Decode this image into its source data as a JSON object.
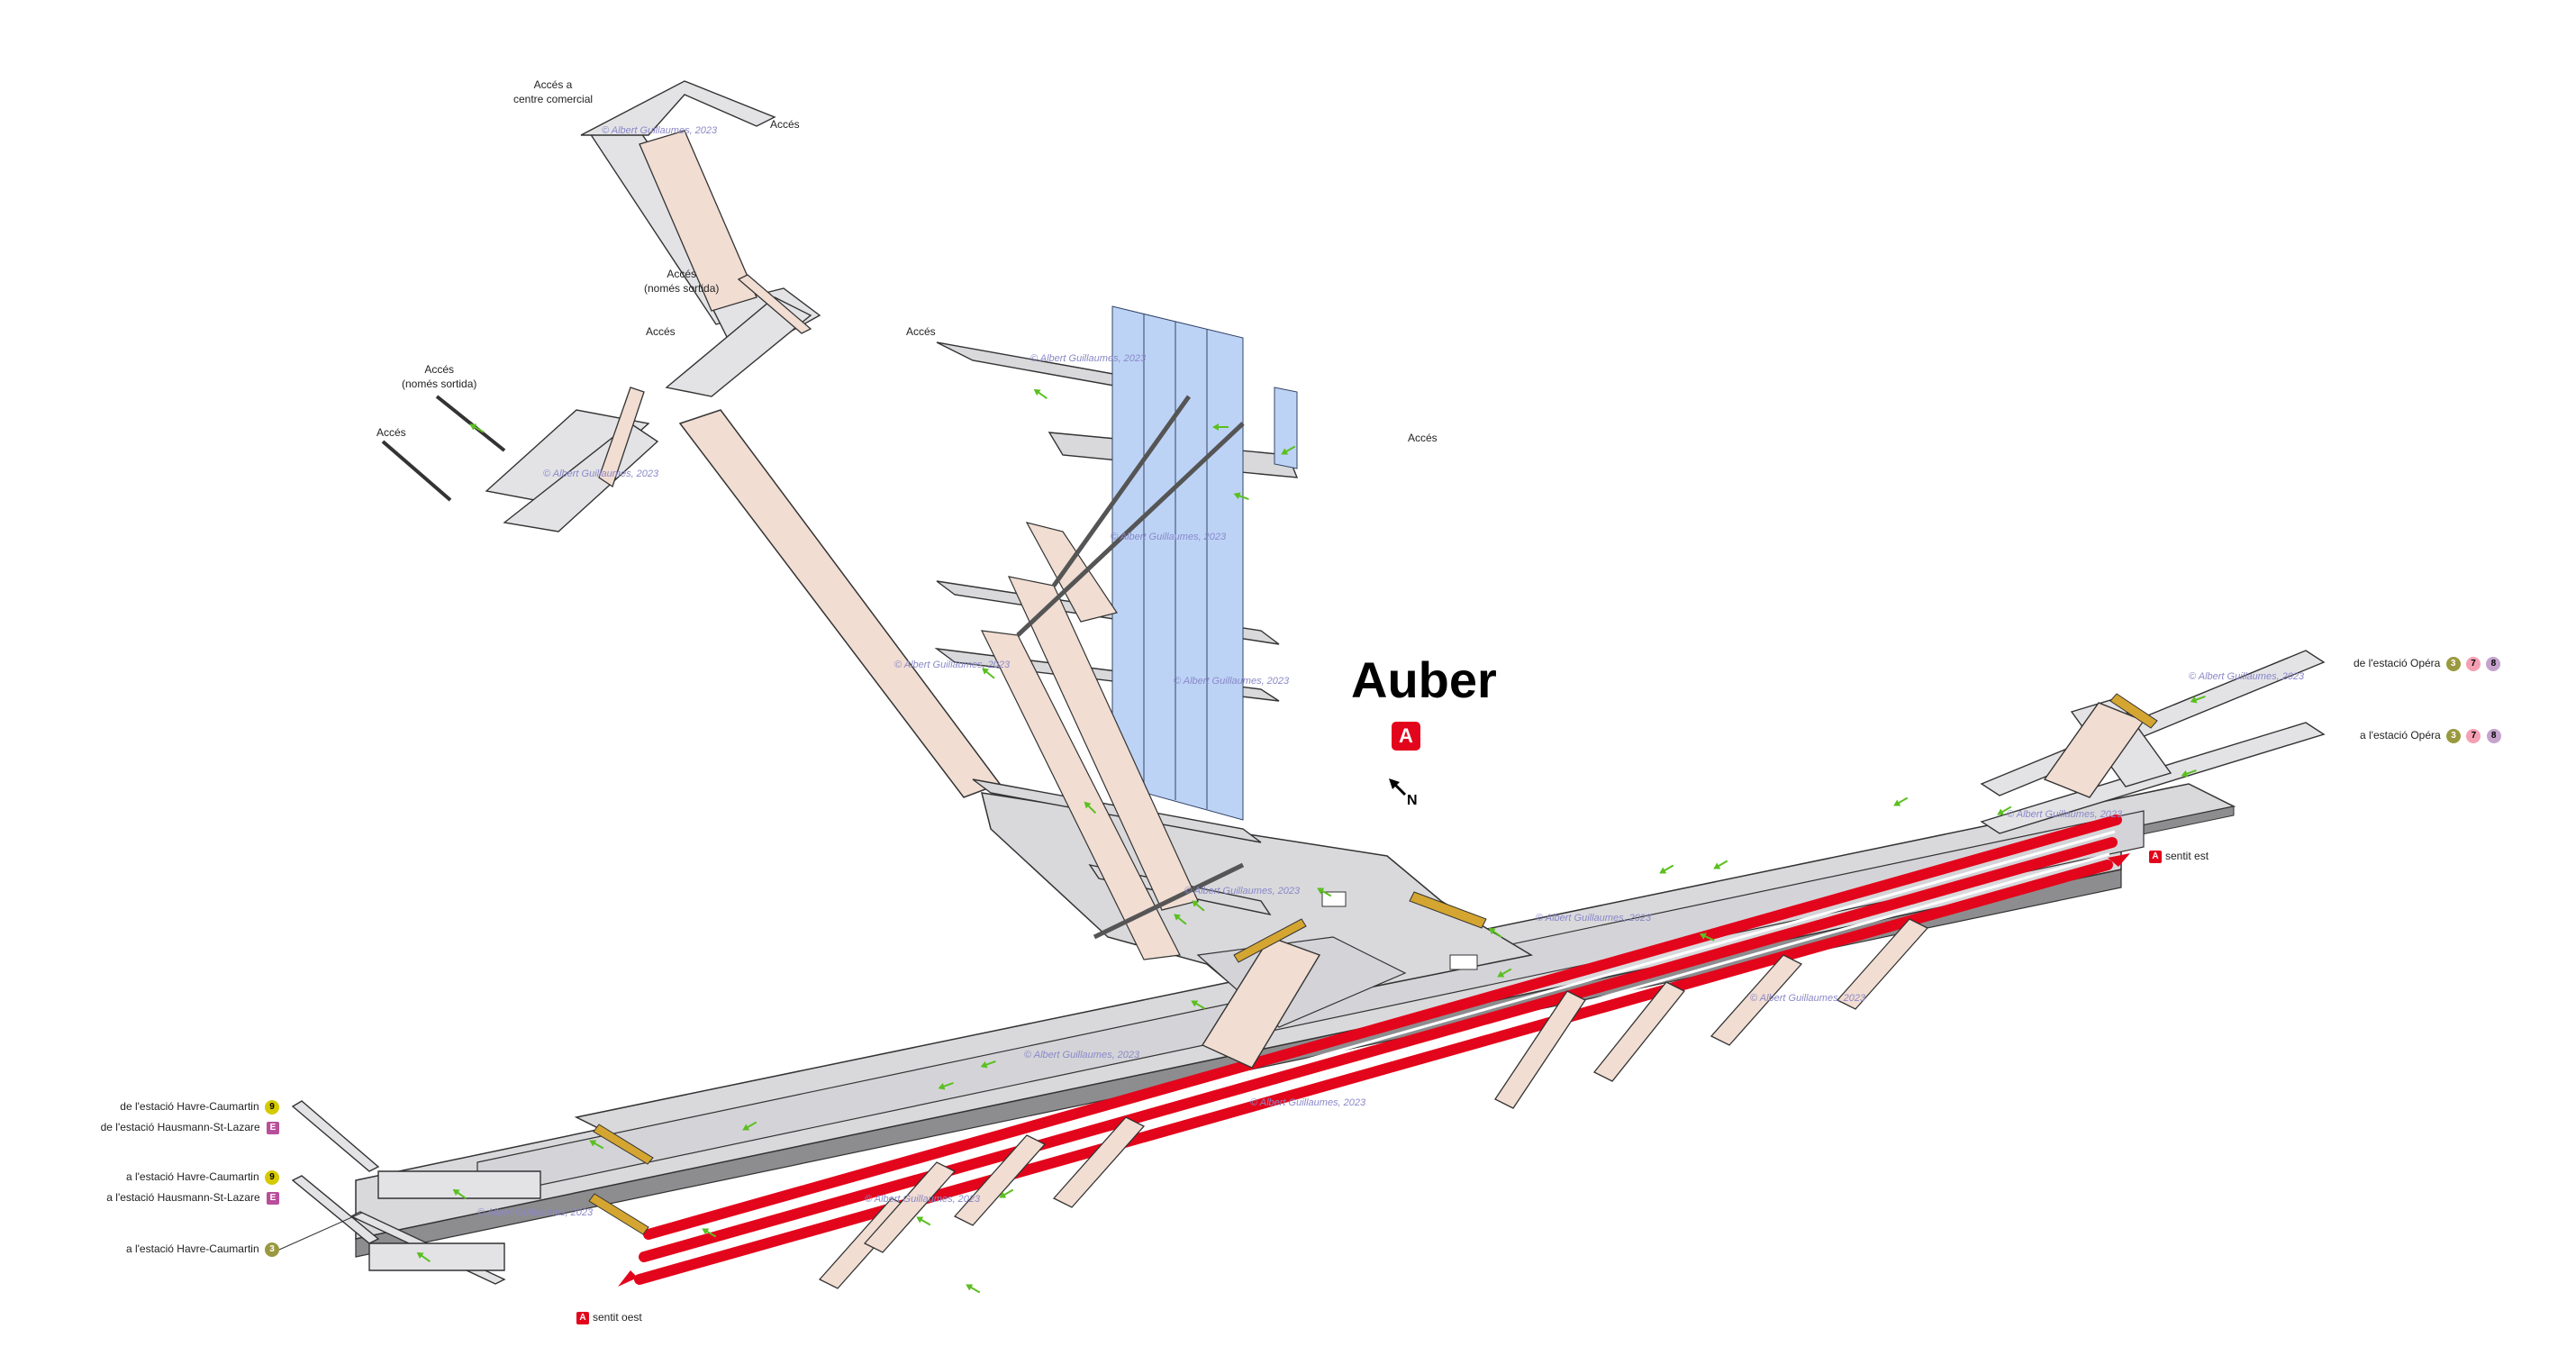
{
  "station": {
    "name": "Auber",
    "line_badge": "A",
    "compass": "N"
  },
  "colors": {
    "rer_a": "#e3051b",
    "metro_3": "#9a9940",
    "metro_7": "#f59fb3",
    "metro_8": "#c5a3cd",
    "metro_9": "#d5c900",
    "rer_e": "#b94e9a",
    "floor": "#d9d9dc",
    "ramp": "#f1ddd2",
    "lift": "#bcd3f6",
    "track": "#e3051b",
    "arrow": "#5bbf21"
  },
  "labels": {
    "acces_centre": "Accés a\ncentre comercial",
    "acces_top": "Accés",
    "acces_sortida_1": "Accés\n(només sortida)",
    "acces_mid": "Accés",
    "acces_sortida_2": "Accés\n(només sortida)",
    "acces_left": "Accés",
    "acces_centerleft": "Accés",
    "acces_right": "Accés"
  },
  "connections": {
    "opera_from": {
      "text": "de l'estació Opéra",
      "lines": [
        "3",
        "7",
        "8"
      ]
    },
    "opera_to": {
      "text": "a l'estació Opéra",
      "lines": [
        "3",
        "7",
        "8"
      ]
    },
    "havre_from": {
      "text": "de l'estació Havre-Caumartin",
      "line": "9"
    },
    "hausmann_from": {
      "text": "de l'estació Hausmann-St-Lazare",
      "line": "E"
    },
    "havre_to": {
      "text": "a l'estació Havre-Caumartin",
      "line": "9"
    },
    "hausmann_to": {
      "text": "a l'estació Hausmann-St-Lazare",
      "line": "E"
    },
    "havre_to_3": {
      "text": "a l'estació Havre-Caumartin",
      "line": "3"
    }
  },
  "directions": {
    "east": {
      "badge": "A",
      "text": "sentit est"
    },
    "west": {
      "badge": "A",
      "text": "sentit oest"
    }
  },
  "watermark": "© Albert Guillaumes, 2023"
}
